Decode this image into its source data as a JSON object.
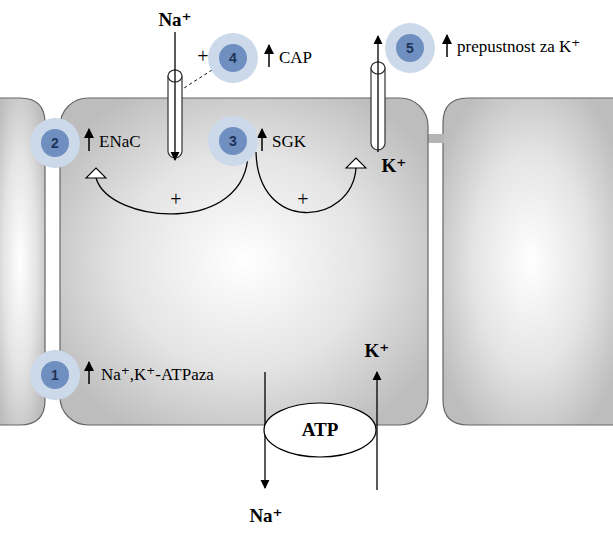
{
  "diagram": {
    "nodes": [
      {
        "text": [
          "1"
        ]
      },
      {
        "text": [
          "2"
        ]
      },
      {
        "text": [
          "3"
        ]
      },
      {
        "text": [
          "4"
        ]
      },
      {
        "text": [
          "5"
        ]
      },
      {
        "text": [
          "ATP"
        ]
      }
    ],
    "labels": [
      "Na⁺",
      "+",
      "CAP",
      "prepustnost za K⁺",
      "ENaC",
      "SGK",
      "K⁺",
      "+",
      "+",
      "Na⁺,K⁺-ATPaza",
      "K⁺",
      "Na⁺"
    ]
  }
}
